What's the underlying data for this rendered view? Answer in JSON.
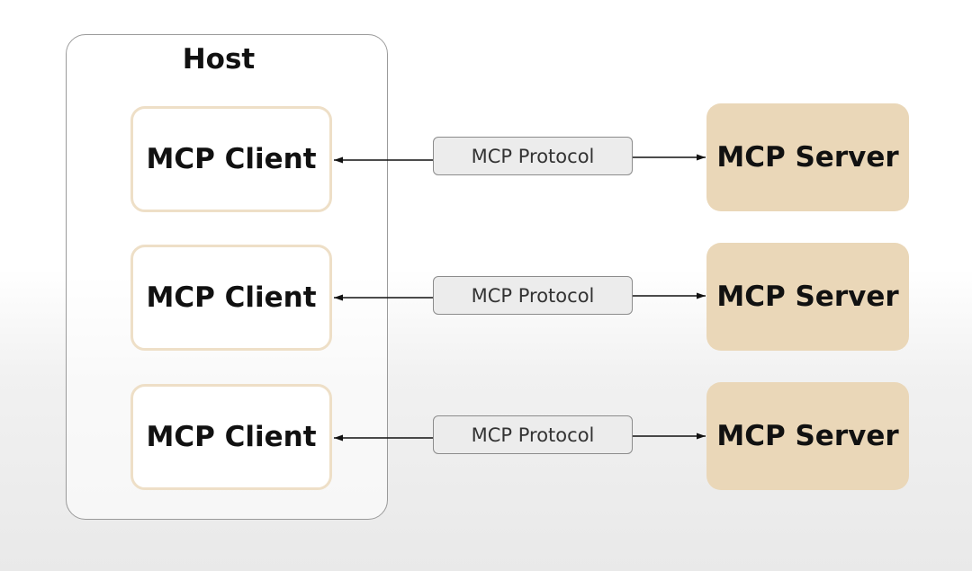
{
  "host": {
    "title": "Host"
  },
  "rows": [
    {
      "client_label": "MCP Client",
      "protocol_label": "MCP Protocol",
      "server_label": "MCP Server"
    },
    {
      "client_label": "MCP Client",
      "protocol_label": "MCP Protocol",
      "server_label": "MCP Server"
    },
    {
      "client_label": "MCP Client",
      "protocol_label": "MCP Protocol",
      "server_label": "MCP Server"
    }
  ],
  "colors": {
    "client_border": "#eedfc7",
    "server_fill": "#ead7b8",
    "protocol_fill": "#ececec",
    "host_border": "#9a9a9a"
  }
}
